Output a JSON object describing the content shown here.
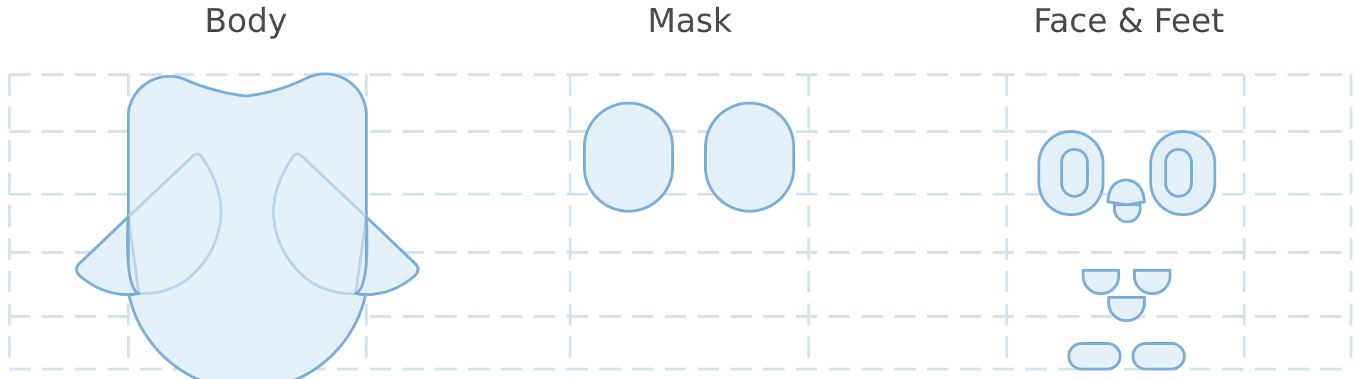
{
  "headings": {
    "body": "Body",
    "mask": "Mask",
    "face_feet": "Face & Feet"
  },
  "colors": {
    "outline": "#7aaedb",
    "fill": "#e4f0f8",
    "grid": "#d3e3ef",
    "heading": "#4a4a4a"
  }
}
